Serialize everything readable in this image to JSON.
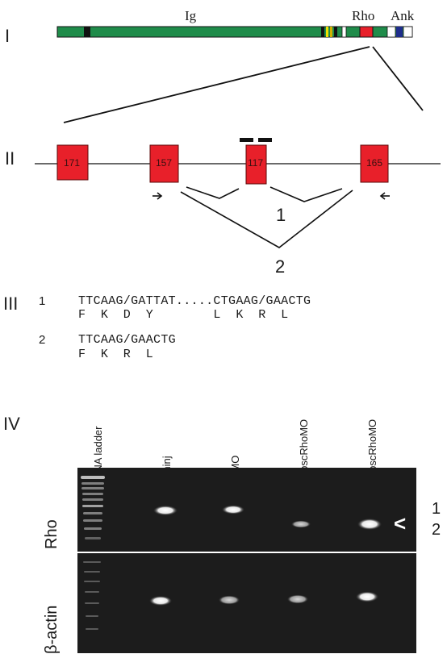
{
  "panels": [
    "I",
    "II",
    "III",
    "IV"
  ],
  "panel_I": {
    "domains": {
      "ig": "Ig",
      "rho": "Rho",
      "ank": "Ank"
    }
  },
  "panel_II": {
    "exons": [
      "171",
      "157",
      "117",
      "165"
    ]
  },
  "isoforms": [
    "1",
    "2"
  ],
  "panel_III": {
    "iso1": {
      "num": "1",
      "seq": "TTCAAG/GATTAT.....CTGAAG/GAACTG",
      "aa": "F  K  D  Y        L  K  R  L"
    },
    "iso2": {
      "num": "2",
      "seq": "TTCAAG/GAACTG",
      "aa": "F  K  R  L"
    }
  },
  "panel_IV": {
    "lanes": [
      "DNA ladder",
      "Uninj",
      "CMO",
      "ObscRhoMO",
      "ObscRhoMO"
    ],
    "gels": [
      "Rho",
      "β-actin"
    ],
    "band_labels": [
      "1",
      "2"
    ],
    "arrow": "<"
  },
  "colors": {
    "exon": "#e8202a",
    "ig_bar": "#1f8c4a",
    "gel": "#1a1a1a",
    "band": "#f4f4f4",
    "ank_domain": "#1f2d8c"
  }
}
